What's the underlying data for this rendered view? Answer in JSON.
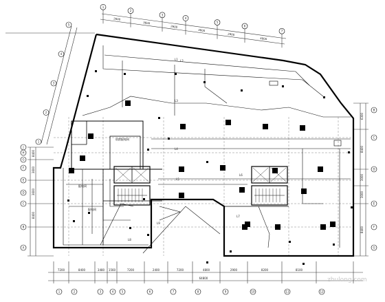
{
  "drawing": {
    "top_dimensions": [
      "2600",
      "3600",
      "2600",
      "3600",
      "2800",
      "4800"
    ],
    "bottom_dimensions": [
      "7200",
      "8400",
      "3480",
      "1560",
      "7200",
      "2400",
      "7200",
      "4800",
      "2900",
      "8200",
      "8100"
    ],
    "bottom_total": "64800",
    "left_dimensions": [
      "8400",
      "3600",
      "3600",
      "8400"
    ],
    "right_dimensions": [
      "6300",
      "8400",
      "3000",
      "3000",
      "8400"
    ],
    "left_axis_labels": [
      "J",
      "H",
      "G",
      "F",
      "E",
      "D",
      "C",
      "B",
      "A"
    ],
    "bottom_axis_labels": [
      "1",
      "2",
      "3",
      "4",
      "5",
      "6",
      "7",
      "8",
      "9",
      "10",
      "11",
      "12"
    ],
    "right_axis_labels": [
      "B",
      "C",
      "D",
      "E",
      "F",
      "G"
    ],
    "top_axis_labels": [
      "1",
      "2",
      "3",
      "4",
      "5",
      "6",
      "7"
    ],
    "slant_axis_labels": [
      "1",
      "2",
      "3",
      "4",
      "5"
    ],
    "room_tag_1": "机房配电间",
    "room_tag_2": "配电间",
    "room_tag_3": "配电间",
    "watermark": "zhulong.com"
  }
}
